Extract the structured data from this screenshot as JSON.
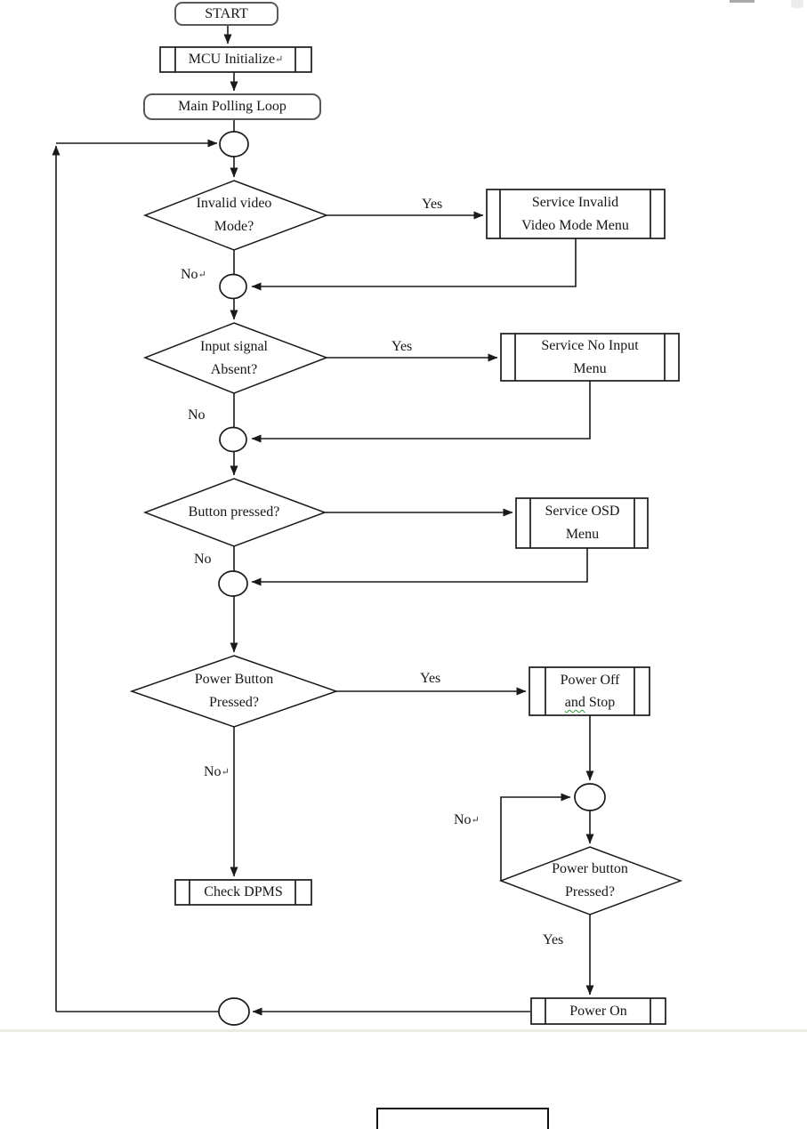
{
  "colors": {
    "line": "#1a1a1a",
    "rounded_terminal_border": "#595959",
    "spellcheck_squiggle": "#2e9e3e",
    "page_separator": "#eceae4",
    "background": "#ffffff"
  },
  "nodes": {
    "start": {
      "label": "START"
    },
    "mcu_initialize": {
      "label": "MCU Initialize",
      "mark": "↵"
    },
    "main_polling_loop": {
      "label": "Main Polling Loop"
    },
    "invalid_video": {
      "line1": "Invalid video",
      "line2": "Mode?"
    },
    "service_invalid": {
      "line1": "Service Invalid",
      "line2": "Video Mode Menu"
    },
    "input_signal": {
      "line1": "Input signal",
      "line2": "Absent?"
    },
    "service_no_input": {
      "line1": "Service No Input",
      "line2": "Menu"
    },
    "button_pressed": {
      "label": "Button pressed?"
    },
    "service_osd": {
      "line1": "Service OSD",
      "line2": "Menu"
    },
    "power_button": {
      "line1": "Power Button",
      "line2": "Pressed?"
    },
    "power_off": {
      "line1": "Power Off",
      "line2_word1": "and",
      "line2_word2": "Stop"
    },
    "check_dpms": {
      "label": "Check DPMS"
    },
    "power_button_2": {
      "line1": "Power button",
      "line2": "Pressed?"
    },
    "power_on": {
      "label": "Power On"
    }
  },
  "edge_labels": {
    "invalid_video_yes": "Yes",
    "invalid_video_no": "No",
    "invalid_video_no_mark": "↵",
    "input_signal_yes": "Yes",
    "input_signal_no": "No",
    "button_pressed_no": "No",
    "power_button_yes": "Yes",
    "power_button_no": "No",
    "power_button_no_mark": "↵",
    "power_button_2_no": "No",
    "power_button_2_no_mark": "↵",
    "power_button_2_yes": "Yes"
  }
}
